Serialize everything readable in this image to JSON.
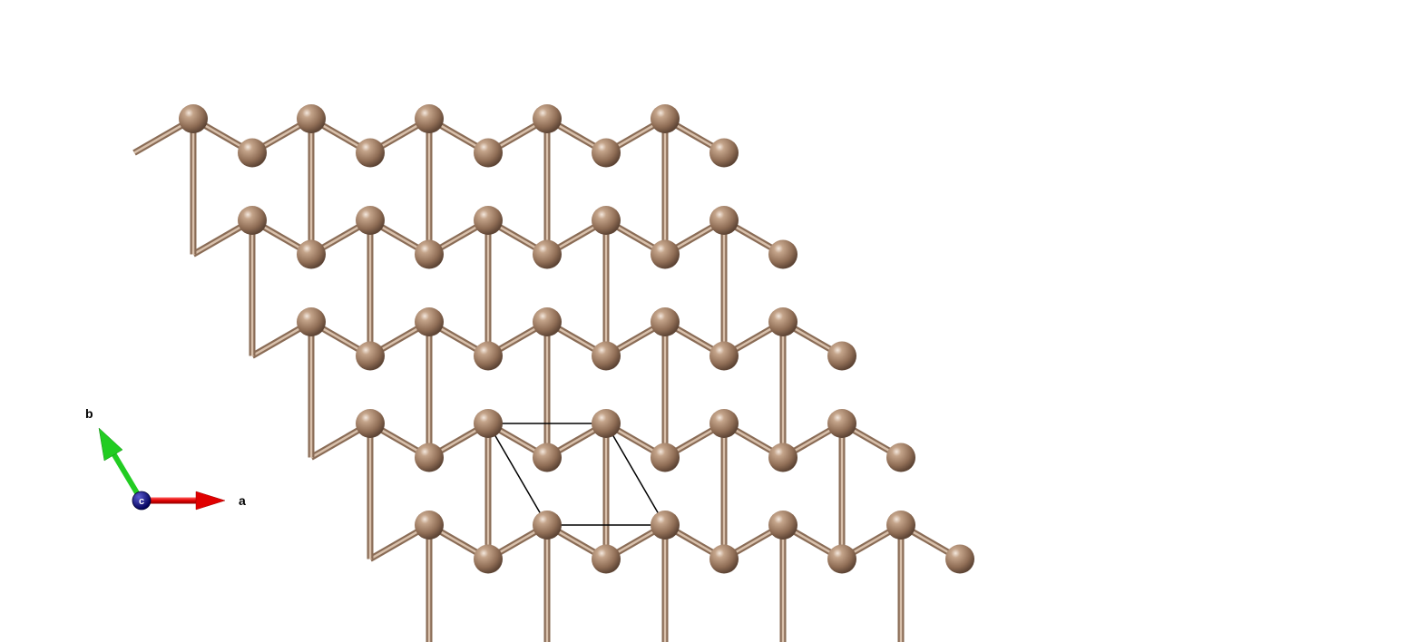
{
  "structure": {
    "element": "C",
    "lattice": "honeycomb",
    "supercell": "4x4",
    "atom_color": "#9c7a60",
    "bond_color": "#a98a73",
    "cell_outline_color": "#000000"
  },
  "axes": {
    "a": {
      "label": "a",
      "color": "#e00000"
    },
    "b": {
      "label": "b",
      "color": "#22cc22"
    },
    "c": {
      "label": "c",
      "color": "#000080"
    }
  }
}
